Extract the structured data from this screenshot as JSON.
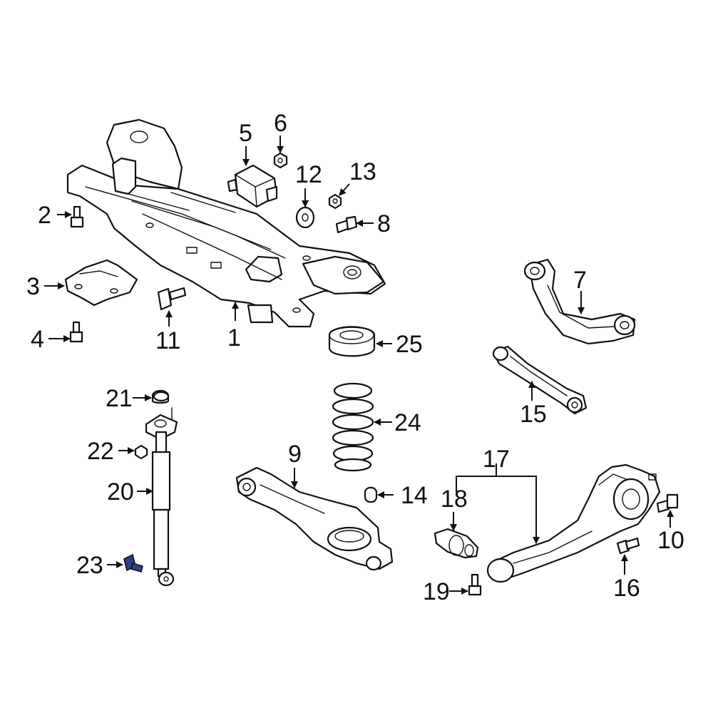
{
  "diagram": {
    "highlight_color": "#2a3f8f",
    "line_color": "#111111",
    "background": "#ffffff",
    "highlighted_part": "23",
    "callouts": [
      "1",
      "2",
      "3",
      "4",
      "5",
      "6",
      "7",
      "8",
      "9",
      "10",
      "11",
      "12",
      "13",
      "14",
      "15",
      "16",
      "17",
      "18",
      "19",
      "20",
      "21",
      "22",
      "23",
      "24",
      "25"
    ]
  }
}
